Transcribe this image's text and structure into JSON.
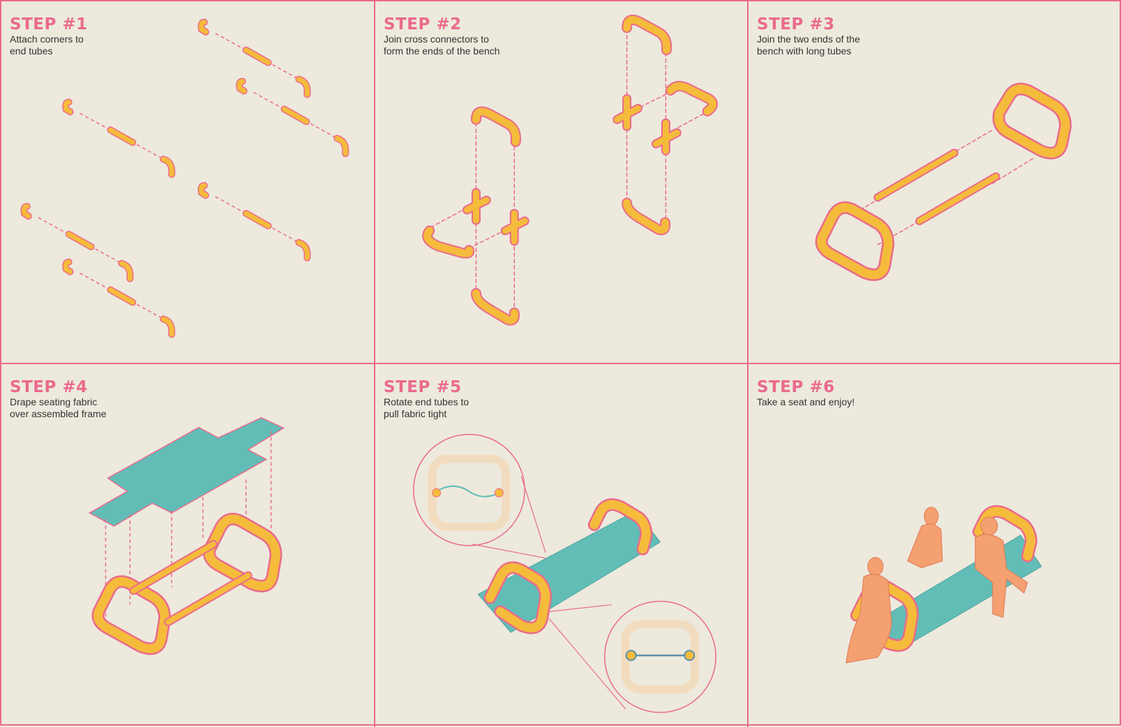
{
  "colors": {
    "background": "#ede9dd",
    "accent": "#ea6a8c",
    "tube": "#f5bb3b",
    "fabric": "#62bdb7",
    "figure": "#f4a070"
  },
  "steps": [
    {
      "title": "STEP #1",
      "desc": "Attach corners to\nend tubes"
    },
    {
      "title": "STEP #2",
      "desc": "Join cross connectors to\nform the ends of the bench"
    },
    {
      "title": "STEP #3",
      "desc": "Join the two ends of the\nbench with long tubes"
    },
    {
      "title": "STEP #4",
      "desc": "Drape seating fabric\nover assembled frame"
    },
    {
      "title": "STEP #5",
      "desc": "Rotate end tubes to\npull fabric tight"
    },
    {
      "title": "STEP #6",
      "desc": "Take a seat and enjoy!"
    }
  ]
}
